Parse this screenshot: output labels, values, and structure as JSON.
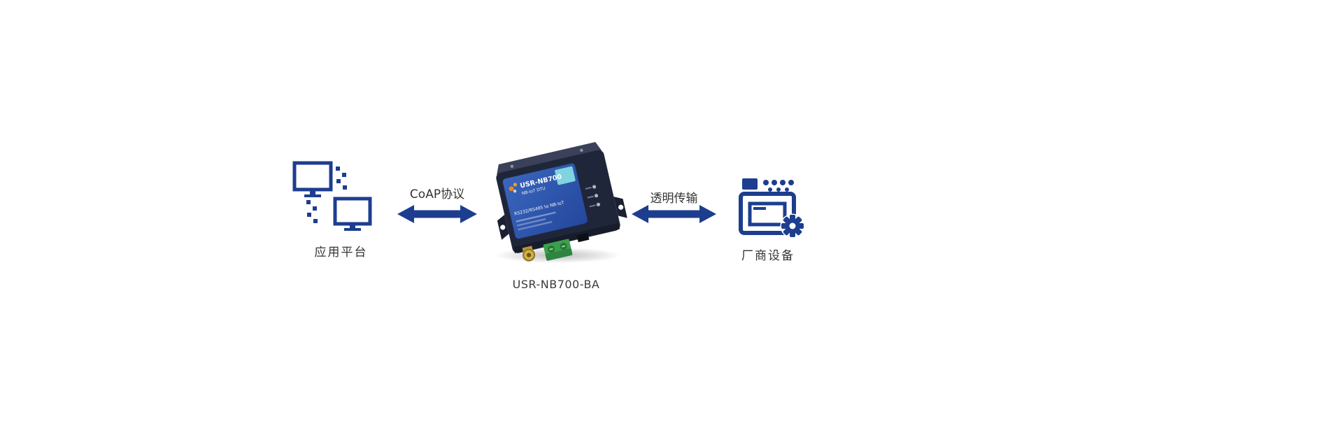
{
  "diagram": {
    "nodes": {
      "application_platform": {
        "label": "应用平台",
        "icon": "dual-monitors-icon"
      },
      "dtu_device": {
        "label": "USR-NB700-BA",
        "panel": {
          "brand": "USR-NB700",
          "model_line": "NB-IoT DTU",
          "subtitle": "RS232/RS485 to NB-IoT"
        }
      },
      "vendor_device": {
        "label": "厂商设备",
        "icon": "industrial-machine-gear-icon"
      }
    },
    "links": {
      "left": {
        "label": "CoAP协议",
        "direction": "bidirectional"
      },
      "right": {
        "label": "透明传输",
        "direction": "bidirectional"
      }
    }
  },
  "colors": {
    "accent_blue": "#1d3e8f",
    "label_text": "#333333",
    "device_case": "#20263a",
    "device_panel": "#2d55a8",
    "panel_badge_teal": "#7fd4e0",
    "terminal_green": "#3aa04a",
    "antenna_gold": "#d4af4a"
  }
}
